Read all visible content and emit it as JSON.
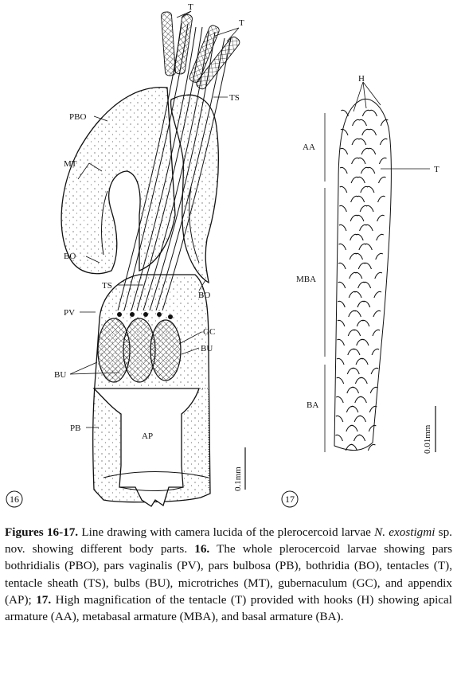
{
  "figure16": {
    "number": "16",
    "scale_label": "0.1mm",
    "labels": {
      "T": "T",
      "TS": "TS",
      "PBO": "PBO",
      "MT": "MT",
      "BO": "BO",
      "PV": "PV",
      "GC": "GC",
      "BU": "BU",
      "PB": "PB",
      "AP": "AP"
    }
  },
  "figure17": {
    "number": "17",
    "scale_label": "0.01mm",
    "labels": {
      "H": "H",
      "AA": "AA",
      "T": "T",
      "MBA": "MBA",
      "BA": "BA"
    }
  },
  "caption": {
    "heading": "Figures 16-17.",
    "intro": " Line drawing with camera lucida of the plerocercoid larvae ",
    "species": "N. exostigmi",
    "after_species": " sp. nov. showing different body parts. ",
    "fig16_num": "16.",
    "fig16_text": " The whole plerocercoid larvae showing pars bothridialis (PBO), pars vaginalis (PV), pars bulbosa (PB), bothridia (BO), tentacles (T), tentacle sheath (TS), bulbs (BU), microtriches (MT), gubernaculum (GC), and appendix (AP); ",
    "fig17_num": "17.",
    "fig17_text": " High magnification of the tentacle (T) provided with hooks (H) showing apical armature (AA), metabasal armature (MBA), and basal armature (BA)."
  }
}
